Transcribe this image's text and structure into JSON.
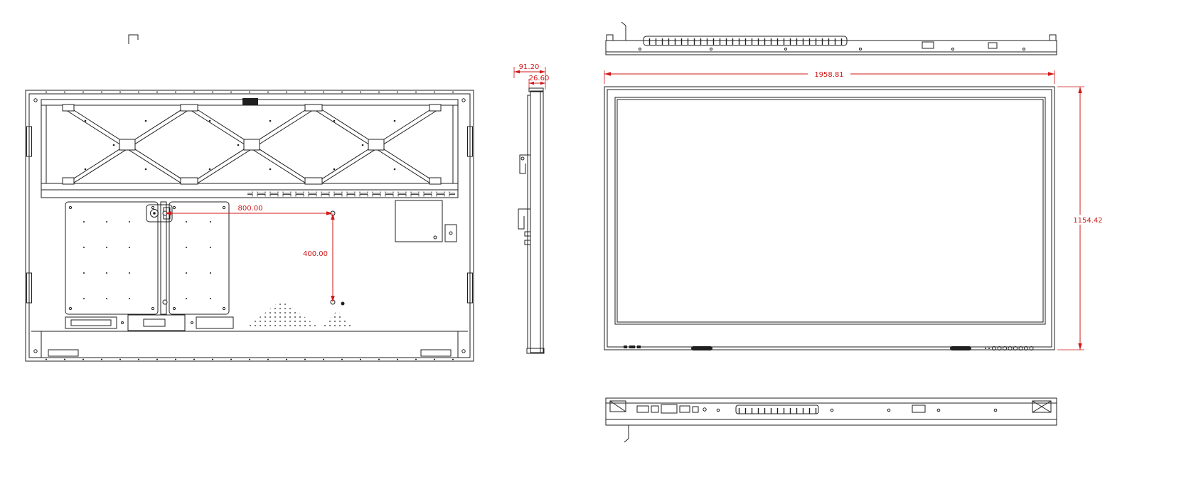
{
  "drawing": {
    "dimensions": {
      "rear_vesa_width": "800.00",
      "rear_vesa_height": "400.00",
      "side_depth_total": "91.20",
      "side_depth_front": "26.60",
      "front_width": "1958.81",
      "front_height": "1154.42"
    },
    "colors": {
      "line": "#1f1f1f",
      "dimension": "#d01818",
      "background": "#ffffff"
    }
  }
}
